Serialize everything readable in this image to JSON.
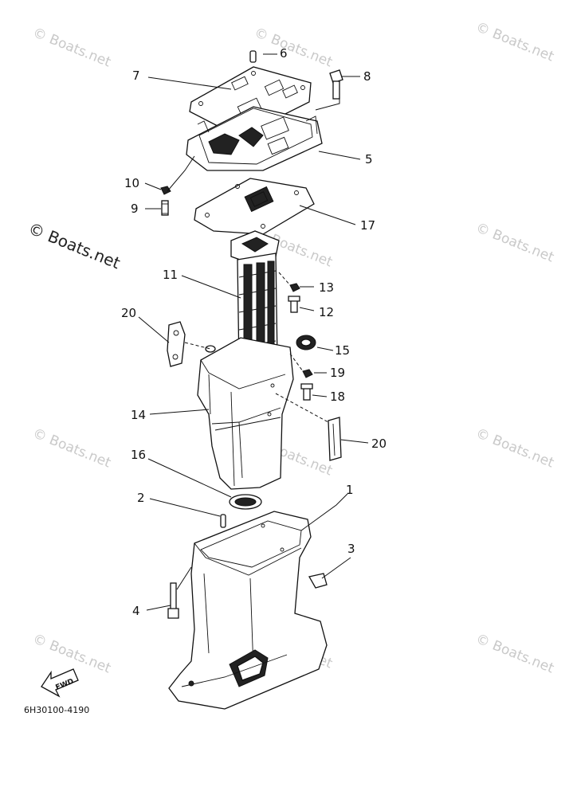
{
  "watermark": {
    "text": "© Boats.net",
    "main_text": "© Boats.net"
  },
  "diagram_code": "6H30100-4190",
  "fwd_label": "FWD",
  "callouts": [
    {
      "id": "c6",
      "label": "6"
    },
    {
      "id": "c7",
      "label": "7"
    },
    {
      "id": "c8",
      "label": "8"
    },
    {
      "id": "c5",
      "label": "5"
    },
    {
      "id": "c10",
      "label": "10"
    },
    {
      "id": "c9",
      "label": "9"
    },
    {
      "id": "c17",
      "label": "17"
    },
    {
      "id": "c11",
      "label": "11"
    },
    {
      "id": "c13",
      "label": "13"
    },
    {
      "id": "c12",
      "label": "12"
    },
    {
      "id": "c20a",
      "label": "20"
    },
    {
      "id": "c15",
      "label": "15"
    },
    {
      "id": "c19",
      "label": "19"
    },
    {
      "id": "c18",
      "label": "18"
    },
    {
      "id": "c14",
      "label": "14"
    },
    {
      "id": "c20b",
      "label": "20"
    },
    {
      "id": "c16",
      "label": "16"
    },
    {
      "id": "c2",
      "label": "2"
    },
    {
      "id": "c1",
      "label": "1"
    },
    {
      "id": "c3",
      "label": "3"
    },
    {
      "id": "c4",
      "label": "4"
    }
  ]
}
